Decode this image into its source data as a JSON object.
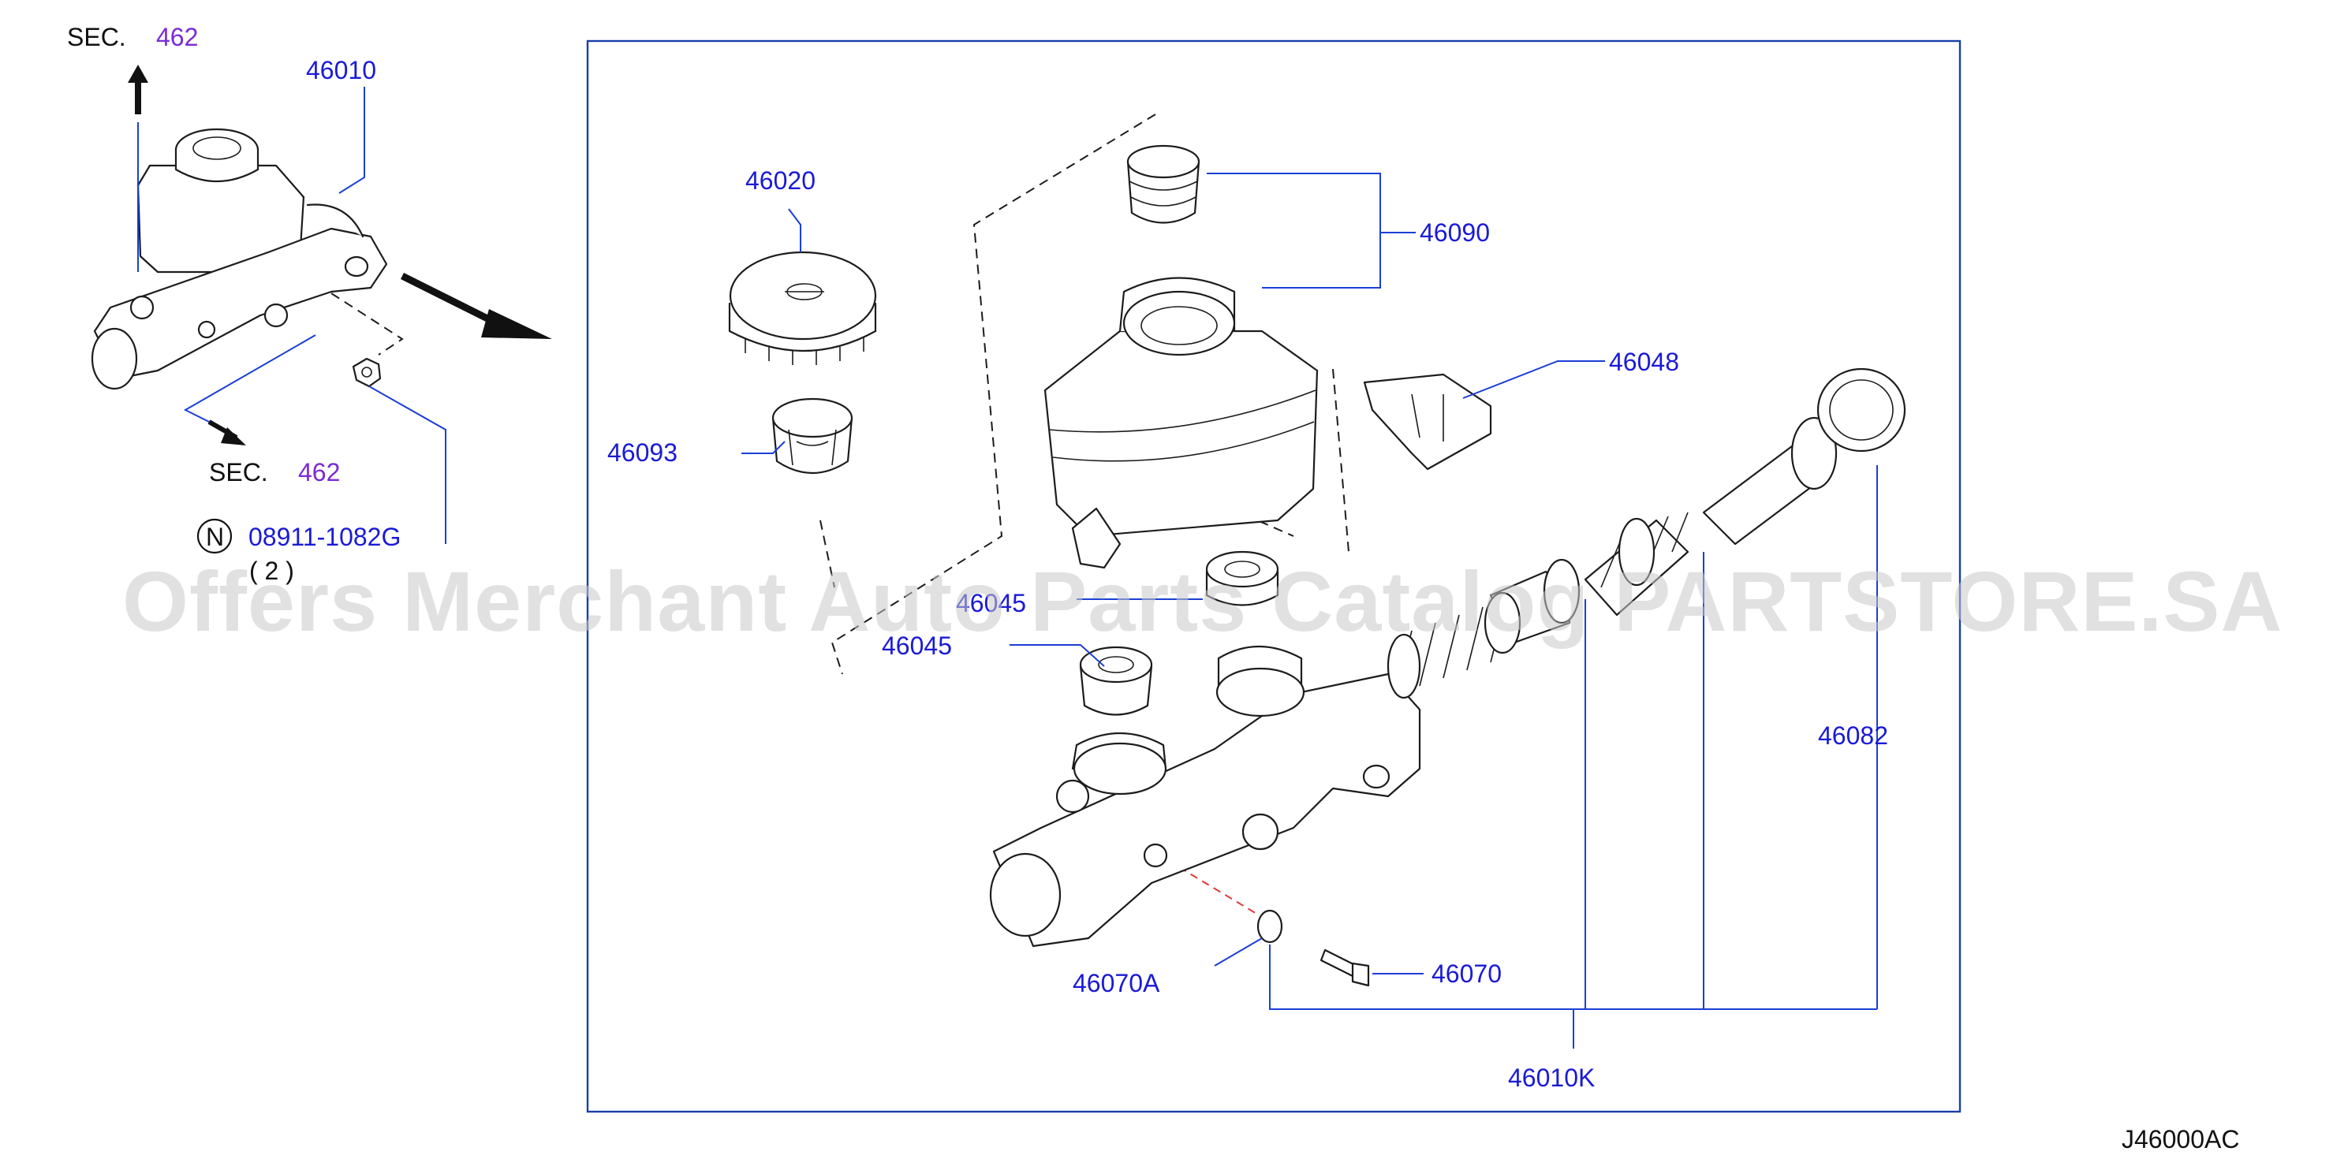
{
  "overview": {
    "sec_top_prefix": "SEC.",
    "sec_top_number": "462",
    "sec_bottom_prefix": "SEC.",
    "sec_bottom_number": "462",
    "assembly_part": "46010",
    "nut_marker": "N",
    "nut_part": "08911-1082G",
    "nut_qty": "( 2 )"
  },
  "parts": {
    "cap": "46020",
    "strainer": "46093",
    "reservoir_grommet": "46090",
    "sensor": "46048",
    "seal_upper": "46045",
    "seal_lower": "46045",
    "piston_kit": "46082",
    "plug": "46070A",
    "bolt": "46070",
    "repair_kit": "46010K"
  },
  "diagram_code": "J46000AC",
  "watermark": "Offers Merchant Auto Parts Catalog PARTSTORE.SA"
}
